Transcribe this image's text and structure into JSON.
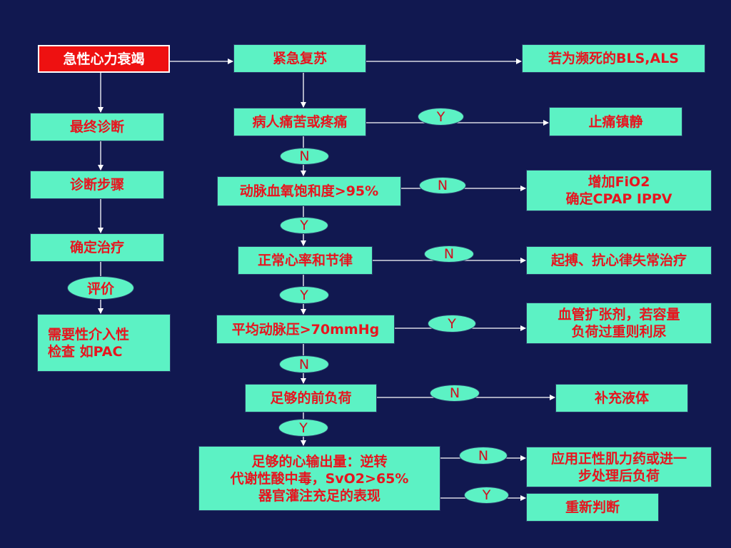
{
  "colors": {
    "background": "#111850",
    "box_fill": "#5cf2c4",
    "text": "#e8141e",
    "start_fill": "#ee1111",
    "start_text": "#ffffff",
    "connector": "#ffffff"
  },
  "left_column": {
    "start": "急性心力衰竭",
    "final_diagnosis": "最终诊断",
    "diagnostic_steps": "诊断步骤",
    "confirm_treatment": "确定治疗",
    "evaluation": "评价",
    "invasive_check": "需要性介入性\n检查 如PAC"
  },
  "center_column": {
    "resuscitation": "紧急复苏",
    "pain_distress": "病人痛苦或疼痛",
    "spo2": "动脉血氧饱和度>95%",
    "heart_rhythm": "正常心率和节律",
    "map": "平均动脉压>70mmHg",
    "preload": "足够的前负荷",
    "cardiac_output": "足够的心输出量：逆转\n代谢性酸中毒，SvO2>65%\n器官灌注充足的表现"
  },
  "right_column": {
    "bls_als": "若为濒死的BLS,ALS",
    "analgesia": "止痛镇静",
    "oxygen": "增加FiO2\n确定CPAP IPPV",
    "pacing": "起搏、抗心律失常治疗",
    "vasodilator": "血管扩张剂，若容量\n负荷过重则利尿",
    "fluids": "补充液体",
    "inotropes": "应用正性肌力药或进一\n步处理后负荷",
    "reassess": "重新判断"
  },
  "decision_labels": {
    "pain_to_analgesia": "Y",
    "pain_down": "N",
    "spo2_to_oxygen": "N",
    "spo2_down": "Y",
    "rhythm_to_pacing": "N",
    "rhythm_down": "Y",
    "map_to_vasodilator": "Y",
    "map_down": "N",
    "preload_to_fluids": "N",
    "preload_down": "Y",
    "output_to_inotropes": "N",
    "output_to_reassess": "Y"
  }
}
